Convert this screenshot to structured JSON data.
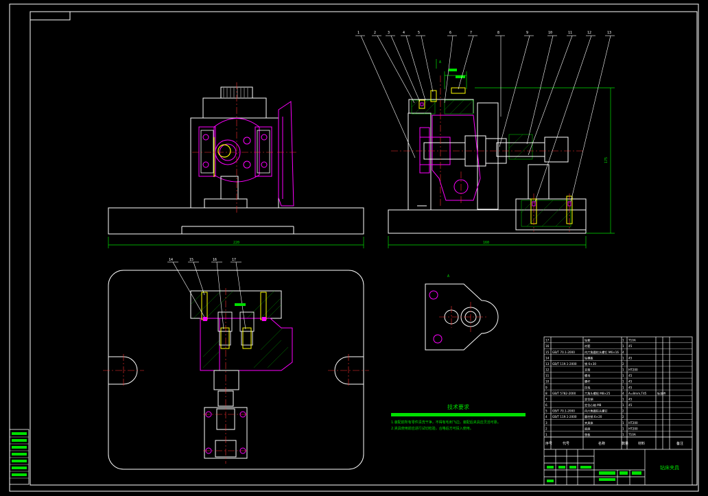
{
  "balloons_top": [
    "1",
    "2",
    "3",
    "4",
    "5",
    "6",
    "7",
    "8",
    "9",
    "10",
    "11",
    "12",
    "13"
  ],
  "balloons_bottom": [
    "14",
    "15",
    "16",
    "17"
  ],
  "view_label": "A",
  "view_arrow_label": "A",
  "tech_title": "技术要求",
  "tech_lines": [
    "1.装配前所有零件清洗干净，不得有毛刺飞边，装配后夹具应灵活可靠。",
    "2.夹具使用前应进行试切检验，合格后方可投入使用。"
  ],
  "bom_rows": [
    {
      "no": "17",
      "code": "",
      "name": "钻套",
      "qty": "1",
      "mat": "T10A",
      "note": ""
    },
    {
      "no": "16",
      "code": "",
      "name": "衬套",
      "qty": "1",
      "mat": "45",
      "note": ""
    },
    {
      "no": "15",
      "code": "GB/T 70.1-2000",
      "name": "内六角圆柱头螺钉 M6×16",
      "qty": "4",
      "mat": "",
      "note": ""
    },
    {
      "no": "14",
      "code": "",
      "name": "钻模板",
      "qty": "1",
      "mat": "45",
      "note": ""
    },
    {
      "no": "13",
      "code": "GB/T 119.1-2000",
      "name": "销 6×30",
      "qty": "2",
      "mat": "",
      "note": ""
    },
    {
      "no": "12",
      "code": "",
      "name": "支架",
      "qty": "1",
      "mat": "HT200",
      "note": ""
    },
    {
      "no": "11",
      "code": "",
      "name": "螺母",
      "qty": "1",
      "mat": "45",
      "note": ""
    },
    {
      "no": "10",
      "code": "",
      "name": "螺杆",
      "qty": "1",
      "mat": "45",
      "note": ""
    },
    {
      "no": "9",
      "code": "",
      "name": "压块",
      "qty": "1",
      "mat": "45",
      "note": ""
    },
    {
      "no": "8",
      "code": "GB/T 5782-2000",
      "name": "六角头螺栓 M8×25",
      "qty": "4",
      "mat": "A=8mm,T45",
      "note": "标准件"
    },
    {
      "no": "7",
      "code": "",
      "name": "定位销",
      "qty": "1",
      "mat": "45",
      "note": ""
    },
    {
      "no": "6",
      "code": "",
      "name": "定位心轴 M8",
      "qty": "1",
      "mat": "45",
      "note": ""
    },
    {
      "no": "5",
      "code": "GB/T 70.1-2000",
      "name": "内六角圆柱头螺钉",
      "qty": "2",
      "mat": "",
      "note": ""
    },
    {
      "no": "4",
      "code": "GB/T 119.1-2000",
      "name": "圆柱销 6×20",
      "qty": "2",
      "mat": "",
      "note": ""
    },
    {
      "no": "3",
      "code": "",
      "name": "夹具体",
      "qty": "1",
      "mat": "HT200",
      "note": ""
    },
    {
      "no": "2",
      "code": "",
      "name": "底座",
      "qty": "1",
      "mat": "HT200",
      "note": ""
    },
    {
      "no": "1",
      "code": "",
      "name": "垫板",
      "qty": "1",
      "mat": "T10A",
      "note": ""
    }
  ],
  "bom_header": {
    "no": "序号",
    "code": "代号",
    "name": "名称",
    "qty": "数量",
    "mat": "材料",
    "note": "备注"
  },
  "drawing_name": "钻床夹具",
  "dims": {
    "front_width": "220",
    "side_width": "160",
    "side_height": "175"
  }
}
